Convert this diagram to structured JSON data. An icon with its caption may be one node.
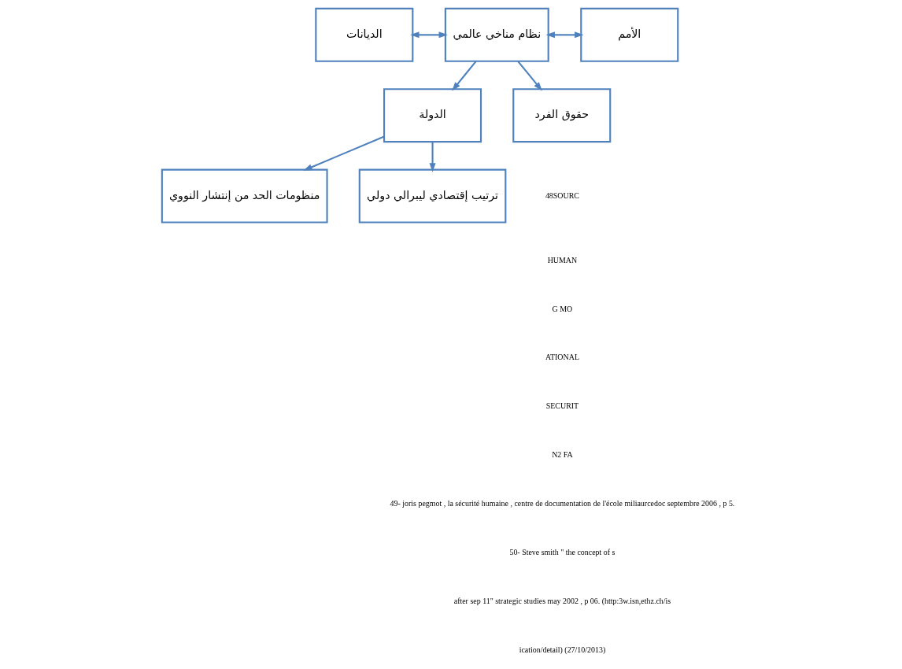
{
  "diagram": {
    "nodes": [
      {
        "text": [
          "منظومات الحد من إنتشار النووي"
        ]
      },
      {
        "text": [
          "ترتيب إقتصادي ليبرالي دولي"
        ]
      },
      {
        "text": [
          "الدولة"
        ]
      },
      {
        "text": [
          "الديانات"
        ]
      },
      {
        "text": [
          "نظام مناخي عالمي"
        ]
      },
      {
        "text": [
          "الأمم"
        ]
      },
      {
        "text": [
          "حقوق الفرد"
        ]
      }
    ],
    "edges": [
      {
        "from": 2,
        "to": 0,
        "arrow": "to"
      },
      {
        "from": 2,
        "to": 1,
        "arrow": "to"
      },
      {
        "from": 4,
        "to": 2,
        "arrow": "to"
      },
      {
        "from": 3,
        "to": 4,
        "arrow": "both"
      },
      {
        "from": 4,
        "to": 5,
        "arrow": "both"
      },
      {
        "from": 4,
        "to": 6,
        "arrow": "to"
      }
    ],
    "labels": [
      "48SOURC",
      "HUMAN",
      "G MO",
      "ATIONAL",
      "SECURIT",
      "N2 FA",
      "49- joris pegmot , la sécurité humaine , centre de documentation de l'école miliaurcedoc septembre 2006 , p 5.",
      "50- Steve smith \" the concept of s",
      "after sep 11\" strategic studies may 2002 , p 06. (http:3w.isn,ethz.ch/is",
      "ication/detail) (27/10/2013)"
    ]
  }
}
